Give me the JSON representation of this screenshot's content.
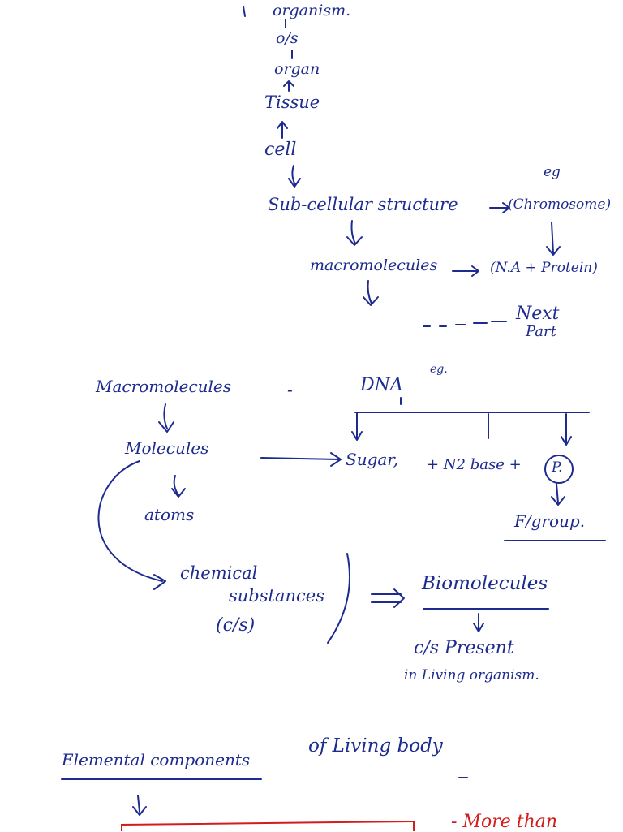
{
  "hierarchy": {
    "organism": "organism.",
    "os": "o/s",
    "organ": "organ",
    "tissue": "Tissue",
    "cell": "cell",
    "subcellular": "Sub-cellular structure",
    "eg1": "eg",
    "chromosome": "(Chromosome)",
    "macromolecules": "macromolecules",
    "na_protein": "(N.A + Protein)",
    "next_part": "Next",
    "next_part2": "Part"
  },
  "section2": {
    "macromolecules": "Macromolecules",
    "dash": "-",
    "dna": "DNA",
    "eg2": "eg.",
    "molecules": "Molecules",
    "atoms": "atoms",
    "chemical": "chemical",
    "substances": "substances",
    "cs": "(c/s)",
    "sugar": "Sugar,",
    "n2base": "+ N2 base +",
    "p": "P.",
    "fgroup": "F/group.",
    "biomolecules": "Biomolecules",
    "cs_present": "c/s Present",
    "in_living": "in Living organism."
  },
  "section3": {
    "elemental": "Elemental components",
    "of_living": "of Living body",
    "more_than": "- More than"
  }
}
